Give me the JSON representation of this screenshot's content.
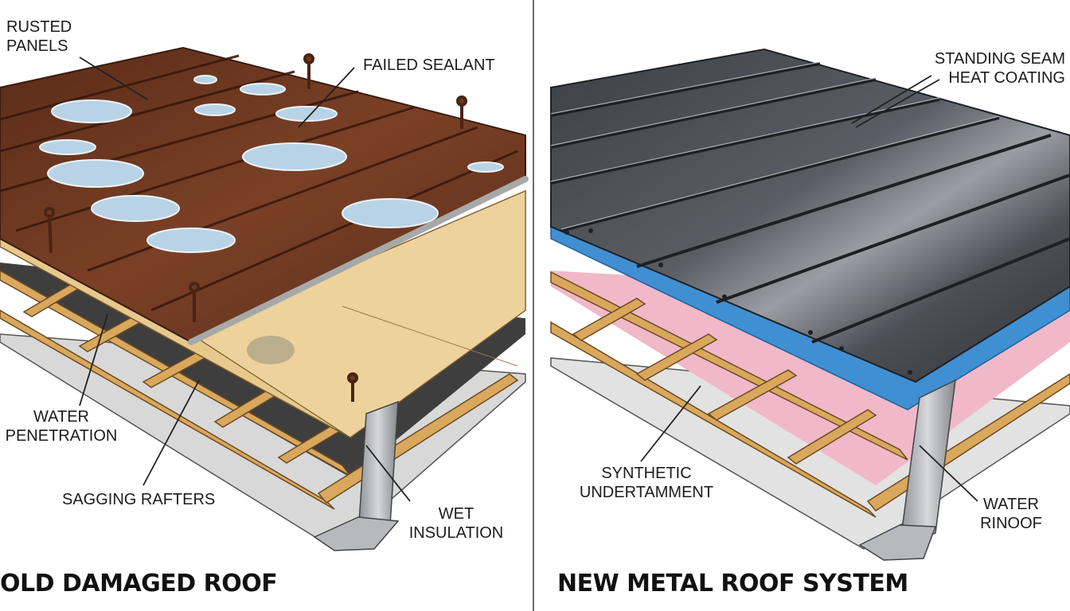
{
  "left_panel": {
    "title": "OLD DAMAGED ROOF",
    "labels": {
      "rusted_panels": [
        "RUSTED",
        "PANELS"
      ],
      "failed_sealant": "FAILED SEALANT",
      "water_penetration": [
        "WATER",
        "PENETRATION"
      ],
      "sagging_rafters": "SAGGING RAFTERS",
      "wet_insulation": [
        "WET",
        "INSULATION"
      ]
    }
  },
  "right_panel": {
    "title": "NEW METAL ROOF SYSTEM",
    "labels": {
      "standing_seam": [
        "STANDING SEAM",
        "HEAT COATING"
      ],
      "synthetic_underlayment": [
        "SYNTHETIC",
        "UNDERTAMMENT"
      ],
      "water_rinoof": [
        "WATER",
        "RINOOF"
      ]
    }
  },
  "colors": {
    "rust": "#6e3a22",
    "rust_dark": "#4a2414",
    "plywood": "#e7c98d",
    "rafter": "#d9a85c",
    "wet_insulation": "#3b3b3b",
    "metal_panel": "#4a4d52",
    "underlayment": "#3f8fd2",
    "pink_insulation": "#f0b8c9",
    "bracket": "#a9abae"
  }
}
